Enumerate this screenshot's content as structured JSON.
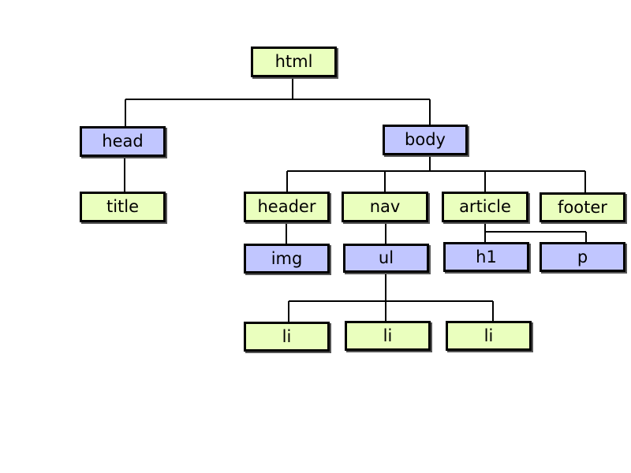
{
  "colors": {
    "green": "#eaffbe",
    "blue": "#c1c6ff",
    "line": "#000000"
  },
  "nodes": [
    {
      "id": "html",
      "label": "html",
      "color": "green"
    },
    {
      "id": "head",
      "label": "head",
      "color": "blue"
    },
    {
      "id": "body",
      "label": "body",
      "color": "blue"
    },
    {
      "id": "title",
      "label": "title",
      "color": "green"
    },
    {
      "id": "header",
      "label": "header",
      "color": "green"
    },
    {
      "id": "nav",
      "label": "nav",
      "color": "green"
    },
    {
      "id": "article",
      "label": "article",
      "color": "green"
    },
    {
      "id": "footer",
      "label": "footer",
      "color": "green"
    },
    {
      "id": "img",
      "label": "img",
      "color": "blue"
    },
    {
      "id": "ul",
      "label": "ul",
      "color": "blue"
    },
    {
      "id": "h1",
      "label": "h1",
      "color": "blue"
    },
    {
      "id": "p",
      "label": "p",
      "color": "blue"
    },
    {
      "id": "li1",
      "label": "li",
      "color": "green"
    },
    {
      "id": "li2",
      "label": "li",
      "color": "green"
    },
    {
      "id": "li3",
      "label": "li",
      "color": "green"
    }
  ],
  "edges": [
    [
      "html",
      "head"
    ],
    [
      "html",
      "body"
    ],
    [
      "head",
      "title"
    ],
    [
      "body",
      "header"
    ],
    [
      "body",
      "nav"
    ],
    [
      "body",
      "article"
    ],
    [
      "body",
      "footer"
    ],
    [
      "header",
      "img"
    ],
    [
      "nav",
      "ul"
    ],
    [
      "article",
      "h1"
    ],
    [
      "article",
      "p"
    ],
    [
      "ul",
      "li1"
    ],
    [
      "ul",
      "li2"
    ],
    [
      "ul",
      "li3"
    ]
  ]
}
